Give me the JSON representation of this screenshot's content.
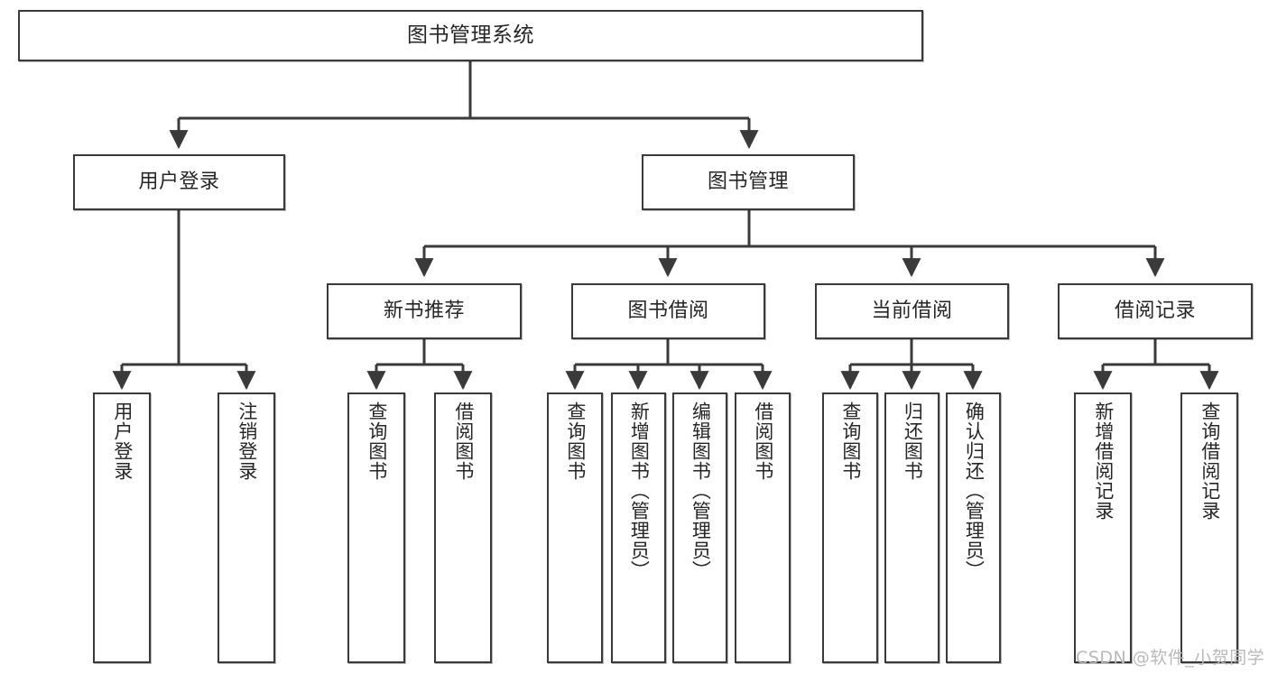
{
  "diagram": {
    "title": "图书管理系统",
    "watermark": "CSDN @软件_小贺同学",
    "colors": {
      "stroke": "#3a3a3a",
      "text": "#262626",
      "background": "#ffffff",
      "watermark": "#b9b9b9"
    },
    "levels": {
      "root": {
        "label": "图书管理系统"
      },
      "level2": [
        {
          "label": "用户登录"
        },
        {
          "label": "图书管理"
        }
      ],
      "level3": [
        {
          "label": "新书推荐"
        },
        {
          "label": "图书借阅"
        },
        {
          "label": "当前借阅"
        },
        {
          "label": "借阅记录"
        }
      ],
      "leaves": {
        "user_login": [
          {
            "label": "用户登录"
          },
          {
            "label": "注销登录"
          }
        ],
        "new_book_recommend": [
          {
            "label": "查询图书"
          },
          {
            "label": "借阅图书"
          }
        ],
        "book_borrow": [
          {
            "label": "查询图书"
          },
          {
            "label": "新增图书（管理员）"
          },
          {
            "label": "编辑图书（管理员）"
          },
          {
            "label": "借阅图书"
          }
        ],
        "current_borrow": [
          {
            "label": "查询图书"
          },
          {
            "label": "归还图书"
          },
          {
            "label": "确认归还（管理员）"
          }
        ],
        "borrow_records": [
          {
            "label": "新增借阅记录"
          },
          {
            "label": "查询借阅记录"
          }
        ]
      }
    }
  }
}
